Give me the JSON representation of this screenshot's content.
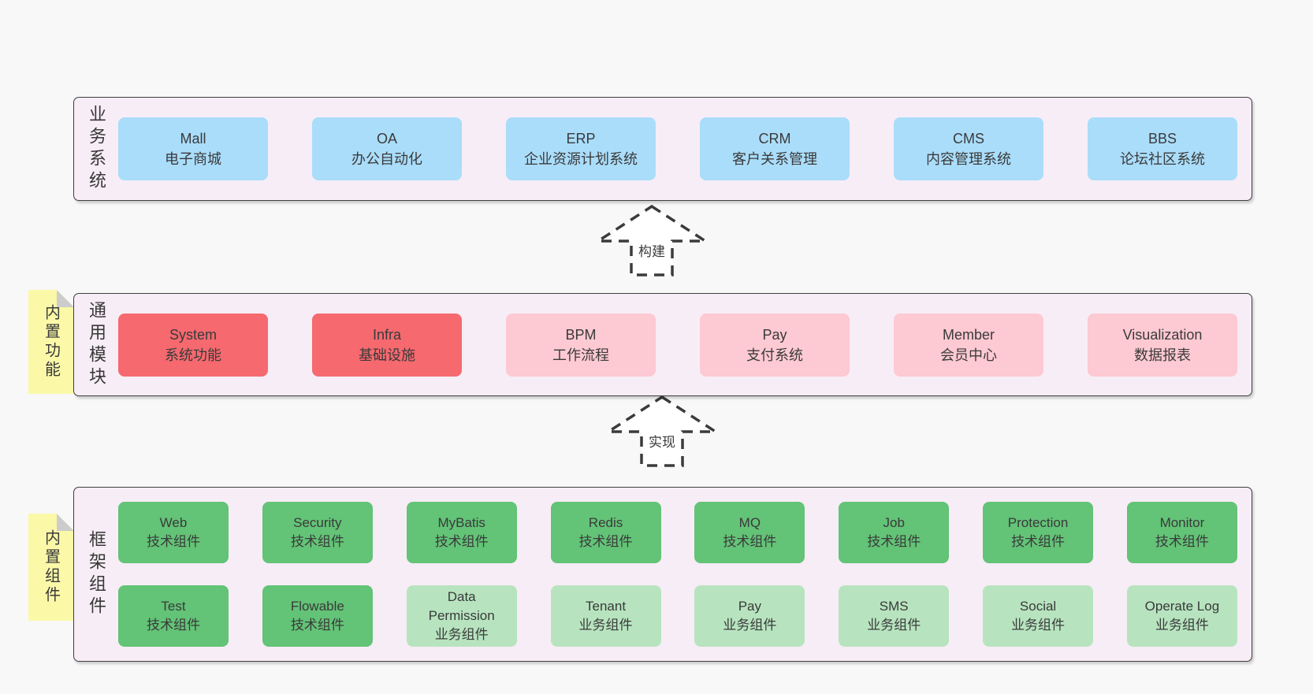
{
  "sections": {
    "business": {
      "side_label": "业务系统",
      "boxes": [
        {
          "title": "Mall",
          "subtitle": "电子商城"
        },
        {
          "title": "OA",
          "subtitle": "办公自动化"
        },
        {
          "title": "ERP",
          "subtitle": "企业资源计划系统"
        },
        {
          "title": "CRM",
          "subtitle": "客户关系管理"
        },
        {
          "title": "CMS",
          "subtitle": "内容管理系统"
        },
        {
          "title": "BBS",
          "subtitle": "论坛社区系统"
        }
      ]
    },
    "modules": {
      "side_label": "通用模块",
      "sticky_note": "内置功能",
      "boxes": [
        {
          "title": "System",
          "subtitle": "系统功能",
          "variant": "red"
        },
        {
          "title": "Infra",
          "subtitle": "基础设施",
          "variant": "red"
        },
        {
          "title": "BPM",
          "subtitle": "工作流程",
          "variant": "pink"
        },
        {
          "title": "Pay",
          "subtitle": "支付系统",
          "variant": "pink"
        },
        {
          "title": "Member",
          "subtitle": "会员中心",
          "variant": "pink"
        },
        {
          "title": "Visualization",
          "subtitle": "数据报表",
          "variant": "pink"
        }
      ]
    },
    "framework": {
      "side_label": "框架组件",
      "sticky_note": "内置组件",
      "row1": [
        {
          "title": "Web",
          "subtitle": "技术组件",
          "variant": "green-dark"
        },
        {
          "title": "Security",
          "subtitle": "技术组件",
          "variant": "green-dark"
        },
        {
          "title": "MyBatis",
          "subtitle": "技术组件",
          "variant": "green-dark"
        },
        {
          "title": "Redis",
          "subtitle": "技术组件",
          "variant": "green-dark"
        },
        {
          "title": "MQ",
          "subtitle": "技术组件",
          "variant": "green-dark"
        },
        {
          "title": "Job",
          "subtitle": "技术组件",
          "variant": "green-dark"
        },
        {
          "title": "Protection",
          "subtitle": "技术组件",
          "variant": "green-dark"
        },
        {
          "title": "Monitor",
          "subtitle": "技术组件",
          "variant": "green-dark"
        }
      ],
      "row2": [
        {
          "title": "Test",
          "subtitle": "技术组件",
          "variant": "green-dark"
        },
        {
          "title": "Flowable",
          "subtitle": "技术组件",
          "variant": "green-dark"
        },
        {
          "title": "Data Permission",
          "subtitle": "业务组件",
          "variant": "green-light"
        },
        {
          "title": "Tenant",
          "subtitle": "业务组件",
          "variant": "green-light"
        },
        {
          "title": "Pay",
          "subtitle": "业务组件",
          "variant": "green-light"
        },
        {
          "title": "SMS",
          "subtitle": "业务组件",
          "variant": "green-light"
        },
        {
          "title": "Social",
          "subtitle": "业务组件",
          "variant": "green-light"
        },
        {
          "title": "Operate Log",
          "subtitle": "业务组件",
          "variant": "green-light"
        }
      ]
    }
  },
  "arrows": [
    {
      "label": "构建"
    },
    {
      "label": "实现"
    }
  ],
  "colors": {
    "page_bg": "#f8f8f8",
    "panel_bg": "#f7edf6",
    "panel_border": "#3f3f3f",
    "blue": "#aaddfa",
    "red": "#f5696f",
    "pink": "#fdc9d2",
    "green_dark": "#63c377",
    "green_light": "#b7e4bf",
    "sticky_yellow": "#fbf9a8",
    "sticky_fold": "#cccccc",
    "text": "#3a3a3a"
  }
}
